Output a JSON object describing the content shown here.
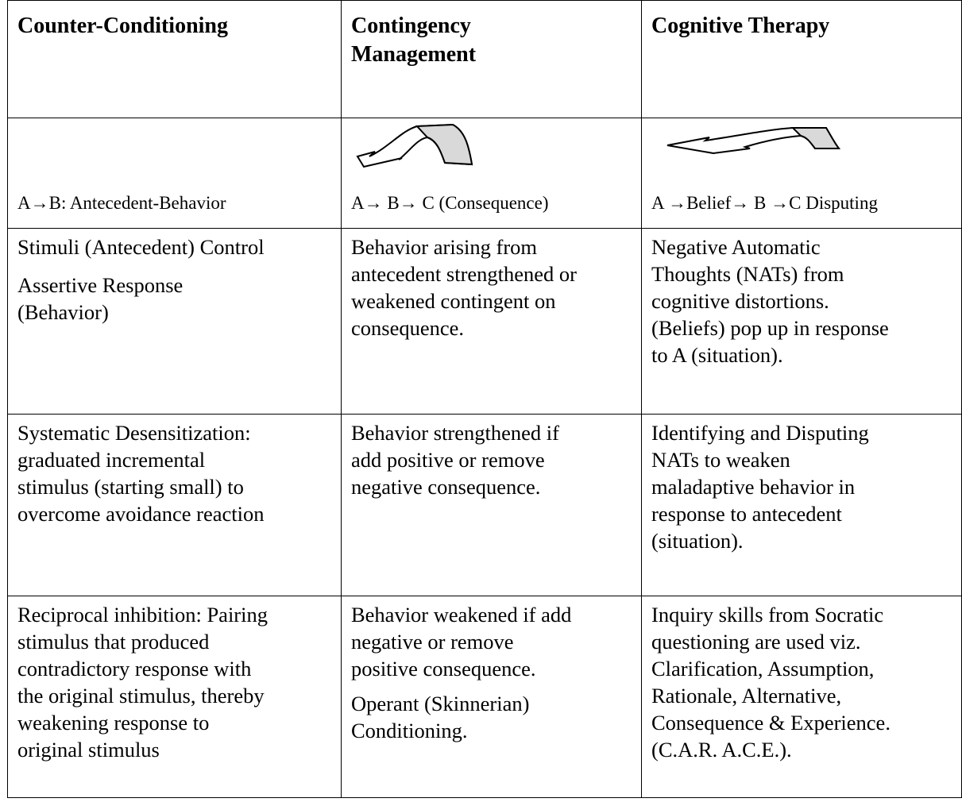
{
  "headers": {
    "col1": "Counter-Conditioning",
    "col2_line1": "Contingency",
    "col2_line2": "Management",
    "col3": "Cognitive Therapy"
  },
  "formulas": {
    "col1": "A→B: Antecedent-Behavior",
    "col2": "A→ B→ C   (Consequence)",
    "col3": "A →Belief→ B →C Disputing"
  },
  "row3": {
    "col1_p1": "Stimuli (Antecedent) Control",
    "col1_p2_l1": "Assertive Response",
    "col1_p2_l2": "(Behavior)",
    "col2_l1": "Behavior arising from",
    "col2_l2": "antecedent strengthened or",
    "col2_l3": "weakened contingent on",
    "col2_l4": "consequence.",
    "col3_l1": "Negative Automatic",
    "col3_l2": "Thoughts (NATs) from",
    "col3_l3": "cognitive distortions.",
    "col3_l4": "(Beliefs) pop up in response",
    "col3_l5": "to A (situation)."
  },
  "row4": {
    "col1_l1": "Systematic Desensitization:",
    "col1_l2": "graduated  incremental",
    "col1_l3": "stimulus (starting small) to",
    "col1_l4": "overcome avoidance reaction",
    "col2_l1": "Behavior strengthened if",
    "col2_l2": "add positive or remove",
    "col2_l3": "negative consequence.",
    "col3_l1": "Identifying  and Disputing",
    "col3_l2": "NATs to weaken",
    "col3_l3": "maladaptive behavior in",
    "col3_l4": "response to antecedent",
    "col3_l5": "(situation)."
  },
  "row5": {
    "col1_l1": "Reciprocal inhibition: Pairing",
    "col1_l2": "stimulus   that produced",
    "col1_l3": "contradictory response with",
    "col1_l4": "the original stimulus, thereby",
    "col1_l5": "weakening response to",
    "col1_l6": "original stimulus",
    "col2_l1": "Behavior weakened if add",
    "col2_l2": "negative or remove",
    "col2_l3": "positive consequence.",
    "col2_p2_l1": "Operant (Skinnerian)",
    "col2_p2_l2": "Conditioning.",
    "col3_l1": "Inquiry skills from Socratic",
    "col3_l2": "questioning are used viz.",
    "col3_l3": "Clarification, Assumption,",
    "col3_l4": "Rationale, Alternative,",
    "col3_l5": "Consequence & Experience.",
    "col3_l6": "(C.A.R. A.C.E.)."
  },
  "icons": [
    "curved-arrow-icon"
  ],
  "colors": {
    "arrow_fill": "#d9d9d9",
    "border": "#000000"
  }
}
